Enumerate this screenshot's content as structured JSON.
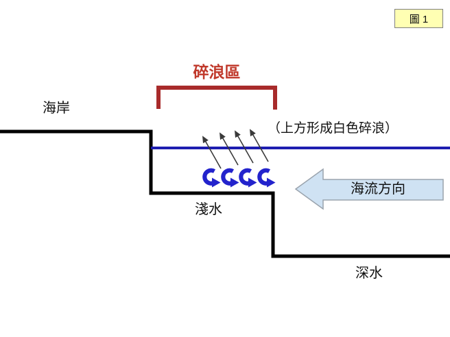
{
  "figure_box": {
    "label": "圖 1"
  },
  "diagram": {
    "surf_zone_label": "碎浪區",
    "coast_label": "海岸",
    "whitecap_note": "（上方形成白色碎浪）",
    "shallow_label": "淺水",
    "deep_label": "深水",
    "current_label": "海流方向"
  },
  "icons": {
    "wave_curl": "counterclockwise-breaking-wave-curl-arrow",
    "spray_arrow": "thin-up-left-arrow",
    "current_arrow": "left-pointing-block-arrow",
    "surf_zone_bracket": "top-bracket"
  },
  "colors": {
    "surf_zone_text": "#c0392b",
    "bracket": "#a82b2b",
    "seabed": "#000000",
    "water_line": "#1d1db0",
    "wave_curl": "#2323cc",
    "spray_arrow": "#3a3a3a",
    "current_fill": "#cfe2f3",
    "current_border": "#9aa3ad",
    "figure_box_bg": "#ffffb3",
    "figure_box_border": "#808080",
    "text": "#111111"
  }
}
